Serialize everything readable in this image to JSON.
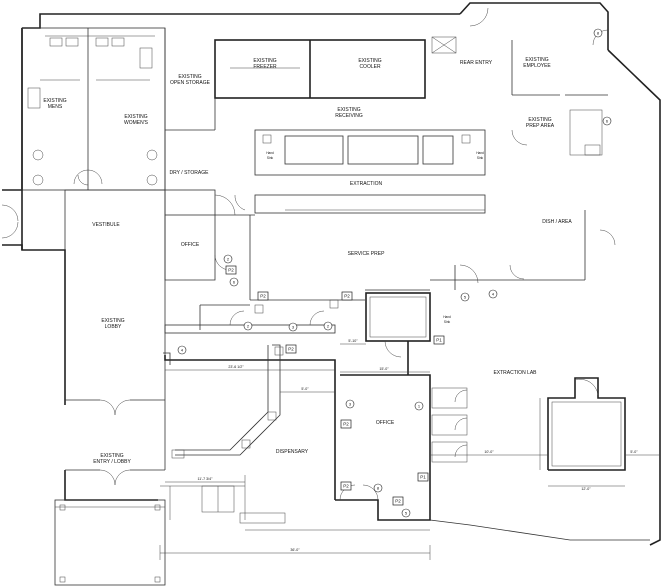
{
  "rooms": {
    "freezer": {
      "l1": "EXISTING",
      "l2": "FREEZER"
    },
    "cooler": {
      "l1": "EXISTING",
      "l2": "COOLER"
    },
    "rear_entry": {
      "l1": "REAR ENTRY",
      "l2": ""
    },
    "employee": {
      "l1": "EXISTING",
      "l2": "EMPLOYEE"
    },
    "open_storage": {
      "l1": "EXISTING",
      "l2": "OPEN STORAGE"
    },
    "receiving": {
      "l1": "EXISTING",
      "l2": "RECEIVING"
    },
    "prep_area": {
      "l1": "EXISTING",
      "l2": "PREP AREA"
    },
    "mens": {
      "l1": "EXISTING",
      "l2": "MENS"
    },
    "womens": {
      "l1": "EXISTING",
      "l2": "WOMEN'S"
    },
    "dry_storage": {
      "l1": "DRY / STORAGE",
      "l2": ""
    },
    "extraction": {
      "l1": "EXTRACTION",
      "l2": ""
    },
    "dish_area": {
      "l1": "DISH / AREA",
      "l2": ""
    },
    "vestibule": {
      "l1": "VESTIBULE",
      "l2": ""
    },
    "office_small": {
      "l1": "OFFICE",
      "l2": ""
    },
    "service_prep": {
      "l1": "SERVICE PREP",
      "l2": ""
    },
    "lobby": {
      "l1": "EXISTING",
      "l2": "LOBBY"
    },
    "extraction_lab": {
      "l1": "EXTRACTION LAB",
      "l2": ""
    },
    "office_main": {
      "l1": "OFFICE",
      "l2": ""
    },
    "dispensary": {
      "l1": "DISPENSARY",
      "l2": ""
    },
    "entry_lobby": {
      "l1": "EXISTING",
      "l2": "ENTRY / LOBBY"
    },
    "hand_sink_1": {
      "l1": "Hand",
      "l2": "Sink"
    },
    "hand_sink_2": {
      "l1": "Hand",
      "l2": "Sink"
    },
    "hand_sink_3": {
      "l1": "Hand",
      "l2": "Sink"
    }
  },
  "box_tags": {
    "p1_top": "P1",
    "p1_bottom": "P1",
    "p2": "P2"
  },
  "dimensions": {
    "d1": "23'-6 1/2\"",
    "d2": "5'-0\"",
    "d3": "5'-10\"",
    "d4": "15'-0\"",
    "d5": "10'-0\"",
    "d6": "12'-0\"",
    "d7": "5'-0\"",
    "d8": "11'-7 3/4\"",
    "d9": "36'-0\""
  },
  "circle_tags": [
    "1",
    "2",
    "3",
    "4",
    "5",
    "6",
    "8"
  ]
}
